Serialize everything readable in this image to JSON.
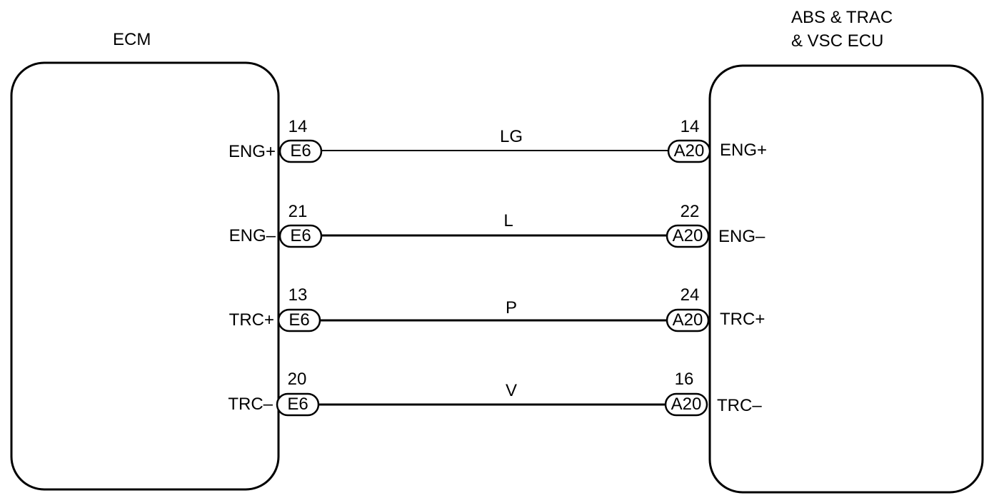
{
  "ecm": {
    "title": "ECM"
  },
  "abs": {
    "title_line1": "ABS & TRAC",
    "title_line2": "& VSC ECU"
  },
  "circuits": [
    {
      "ecm_pin": "14",
      "ecm_connector": "E6",
      "ecm_signal": "ENG+",
      "wire_color": "LG",
      "abs_pin": "14",
      "abs_connector": "A20",
      "abs_signal": "ENG+"
    },
    {
      "ecm_pin": "21",
      "ecm_connector": "E6",
      "ecm_signal": "ENG–",
      "wire_color": "L",
      "abs_pin": "22",
      "abs_connector": "A20",
      "abs_signal": "ENG–"
    },
    {
      "ecm_pin": "13",
      "ecm_connector": "E6",
      "ecm_signal": "TRC+",
      "wire_color": "P",
      "abs_pin": "24",
      "abs_connector": "A20",
      "abs_signal": "TRC+"
    },
    {
      "ecm_pin": "20",
      "ecm_connector": "E6",
      "ecm_signal": "TRC–",
      "wire_color": "V",
      "abs_pin": "16",
      "abs_connector": "A20",
      "abs_signal": "TRC–"
    }
  ]
}
